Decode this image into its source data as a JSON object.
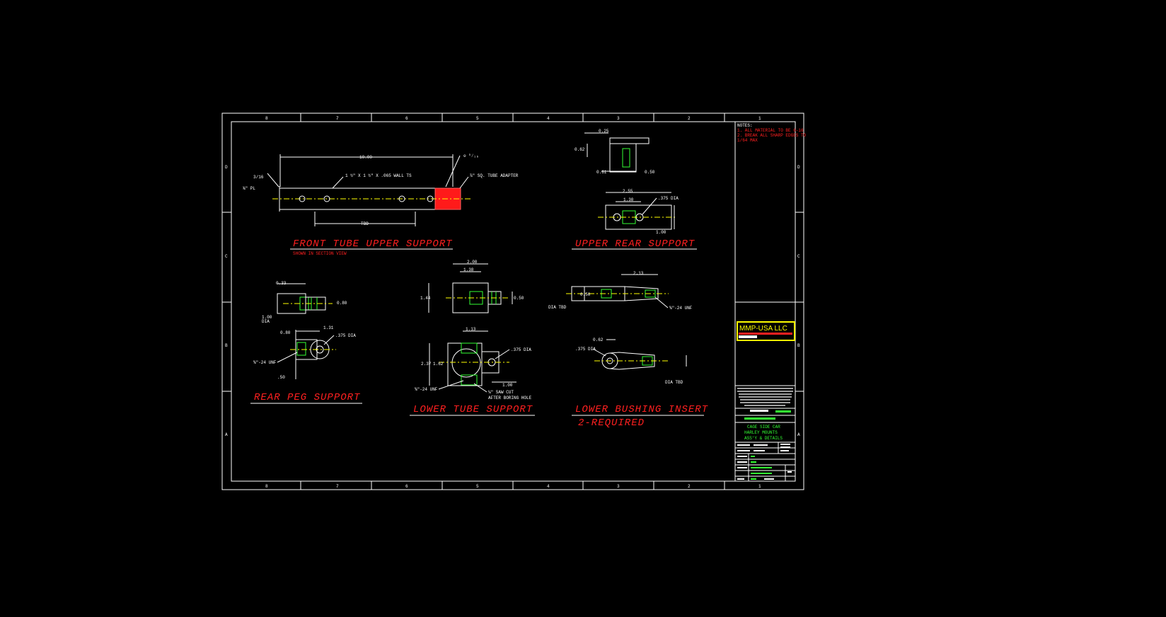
{
  "colors": {
    "background": "#000000",
    "line": "#ffffff",
    "title": "#ff2020",
    "hidden": "#33ff33",
    "centerline": "#ffff00"
  },
  "border": {
    "columns": [
      "8",
      "7",
      "6",
      "5",
      "4",
      "3",
      "2",
      "1"
    ],
    "rows": [
      "D",
      "C",
      "B",
      "A"
    ]
  },
  "views": {
    "front_tube": {
      "title": "FRONT TUBE UPPER SUPPORT",
      "subtitle": "SHOWN IN SECTION VIEW",
      "dims": {
        "length": "10.00",
        "tube": "1 ½\" X 1 ½\" X .065 WALL TS",
        "adapter": "⅞\" SQ. TUBE ADAPTER",
        "tbd": "TBD",
        "plate": "⅜\" PL",
        "weld": "3/16"
      }
    },
    "upper_rear": {
      "title": "UPPER REAR SUPPORT",
      "dims": {
        "a": "0.25",
        "b": "0.62",
        "c": "0.61",
        "d": "0.50",
        "e": "2.55",
        "f": "1.30",
        "g": ".375 DIA",
        "h": "1.00"
      }
    },
    "rear_peg": {
      "title": "REAR PEG SUPPORT",
      "dims": {
        "a": "0.33",
        "b": "0.80",
        "c": "1.00",
        "c2": "DIA",
        "d": "0.80",
        "e": "1.31",
        "f": ".375 DIA",
        "g": "⅝\"-24 UNF",
        "h": ".50"
      }
    },
    "lower_tube": {
      "title": "LOWER TUBE SUPPORT",
      "dims": {
        "a": "2.00",
        "b": "1.38",
        "c": "1.44",
        "d": "0.50",
        "e": "1.13",
        "f": "2.37",
        "g": "1.62",
        "h": ".375 DIA",
        "i": "1.00",
        "j": "⅝\"-24 UNF",
        "k": "⅛\" SAW CUT",
        "l": "AFTER BORING HOLE"
      }
    },
    "lower_bushing": {
      "title": "LOWER BUSHING INSERT",
      "qty": "2-REQUIRED",
      "dims": {
        "a": "2.13",
        "b": "0.50",
        "c": "DIA TBD",
        "d": "⅝\"-24 UNF",
        "e": "0.62",
        "f": ".375 DIA",
        "g": "DIA TBD"
      }
    }
  },
  "title_block": {
    "notes_label": "NOTES:",
    "notes": [
      "1. ALL MATERIAL TO BE 6-16",
      "2. BREAK ALL SHARP EDGES TO",
      "   1/64 MAX"
    ],
    "company": "MMP-USA LLC",
    "drawing_title": [
      "CAGE SIDE CAR",
      "HARLEY MOUNTS",
      "ASS'Y & DETAILS"
    ]
  }
}
